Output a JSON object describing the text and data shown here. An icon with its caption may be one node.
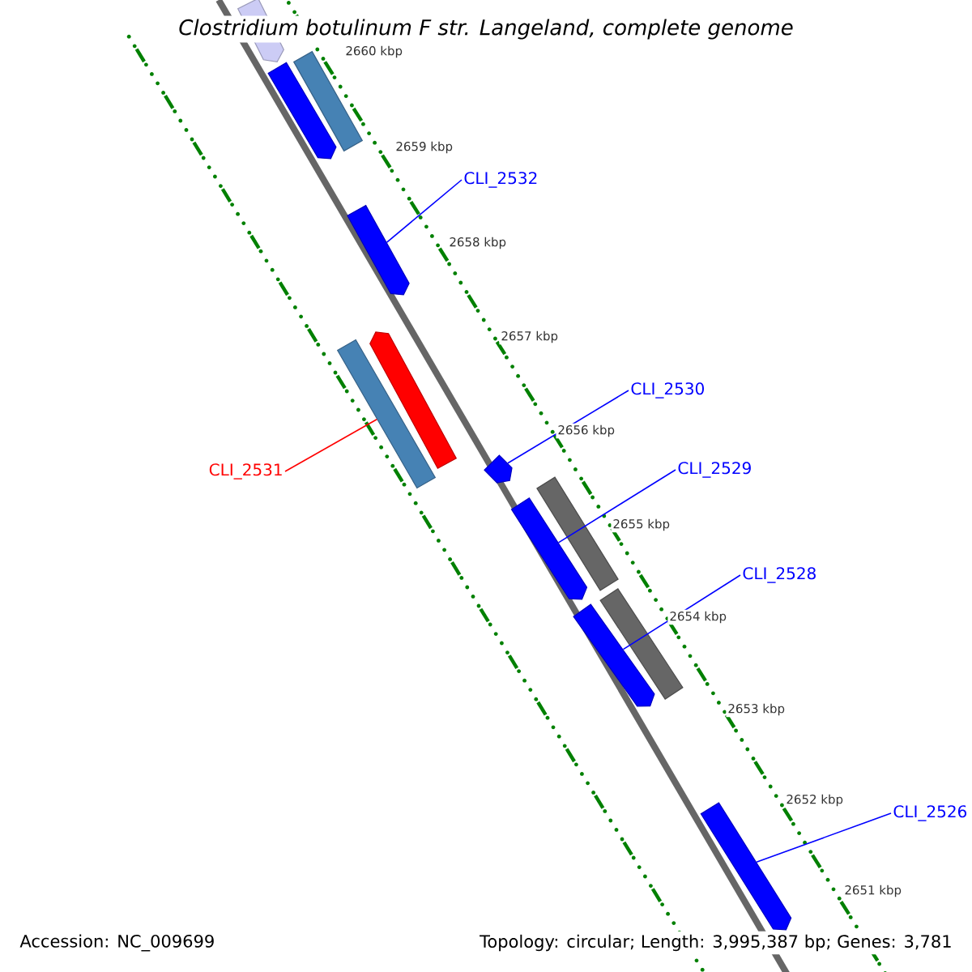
{
  "diagram": {
    "title": "Clostridium botulinum F str. Langeland, complete genome",
    "nodes": [
      {
        "text": [],
        "shape": "arrow"
      },
      {
        "text": [],
        "shape": "arrow"
      },
      {
        "text": [],
        "shape": "bar"
      },
      {
        "text": [
          "CLI_2532"
        ]
      },
      {
        "text": [],
        "shape": "arrow"
      },
      {
        "text": [],
        "shape": "arrow"
      },
      {
        "text": [],
        "shape": "bar"
      },
      {
        "text": [
          "CLI_2531"
        ]
      },
      {
        "text": [
          "CLI_2530"
        ]
      },
      {
        "text": [],
        "shape": "arrow"
      },
      {
        "text": [
          "CLI_2529"
        ]
      },
      {
        "text": [],
        "shape": "arrow"
      },
      {
        "text": [],
        "shape": "bar"
      },
      {
        "text": [
          "CLI_2528"
        ]
      },
      {
        "text": [],
        "shape": "arrow"
      },
      {
        "text": [],
        "shape": "bar"
      },
      {
        "text": [
          "CLI_2526"
        ]
      },
      {
        "text": [],
        "shape": "arrow"
      }
    ],
    "edges": [
      {
        "from": 3,
        "to": 4,
        "arrow": "none"
      },
      {
        "from": 7,
        "to": 6,
        "arrow": "none",
        "color": "#ff0000"
      },
      {
        "from": 8,
        "to": 9,
        "arrow": "none"
      },
      {
        "from": 10,
        "to": 11,
        "arrow": "none"
      },
      {
        "from": 13,
        "to": 14,
        "arrow": "none"
      },
      {
        "from": 16,
        "to": 17,
        "arrow": "none"
      }
    ],
    "labels": [
      "2660 kbp",
      "2659 kbp",
      "2658 kbp",
      "2657 kbp",
      "2656 kbp",
      "2655 kbp",
      "2654 kbp",
      "2653 kbp",
      "2652 kbp",
      "2651 kbp",
      "Accession: NC_009699",
      "Topology: circular; Length: 3,995,387 bp; Genes: 3,781"
    ]
  }
}
